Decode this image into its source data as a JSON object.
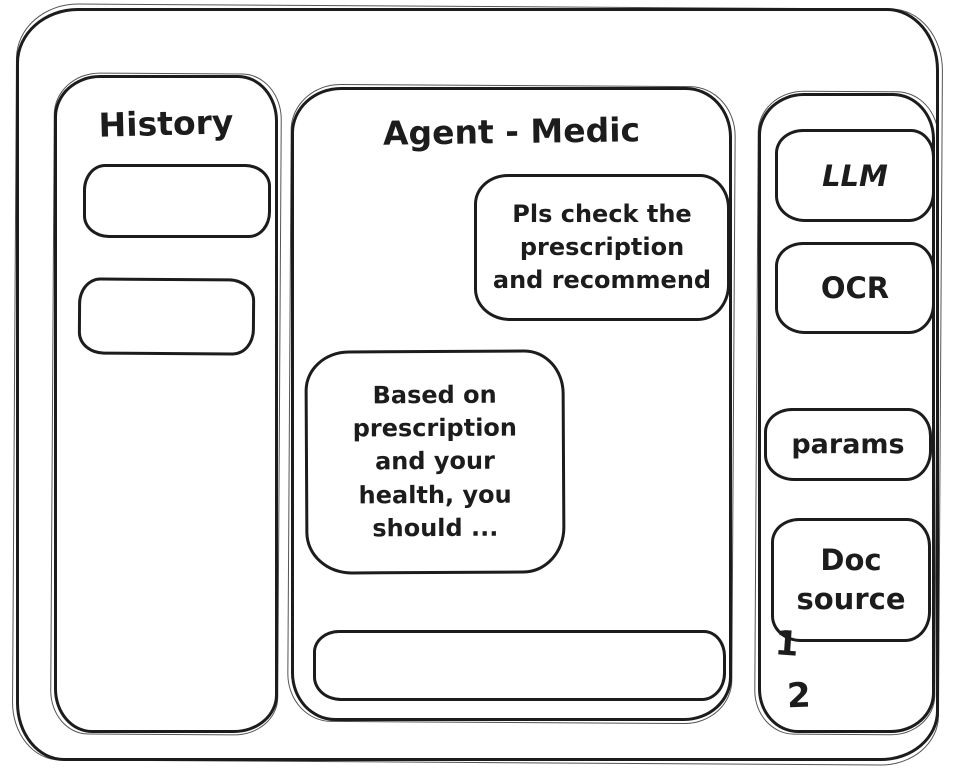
{
  "colors": {
    "ink": "#1c1c1c",
    "background": "#ffffff"
  },
  "history": {
    "title": "History",
    "items": [
      {
        "label": ""
      },
      {
        "label": ""
      }
    ]
  },
  "chat": {
    "title": "Agent - Medic",
    "messages": [
      {
        "role": "user",
        "text": "Pls check the\nprescription\nand recommend"
      },
      {
        "role": "assistant",
        "text": "Based on\nprescription\nand your\nhealth, you\nshould ..."
      }
    ],
    "input": {
      "value": "",
      "placeholder": ""
    }
  },
  "tools": {
    "buttons": [
      {
        "label": "LLM"
      },
      {
        "label": "OCR"
      },
      {
        "label": "params"
      },
      {
        "label": "Doc source"
      }
    ],
    "doc_source_items": [
      {
        "label": "1"
      },
      {
        "label": "2"
      }
    ]
  }
}
